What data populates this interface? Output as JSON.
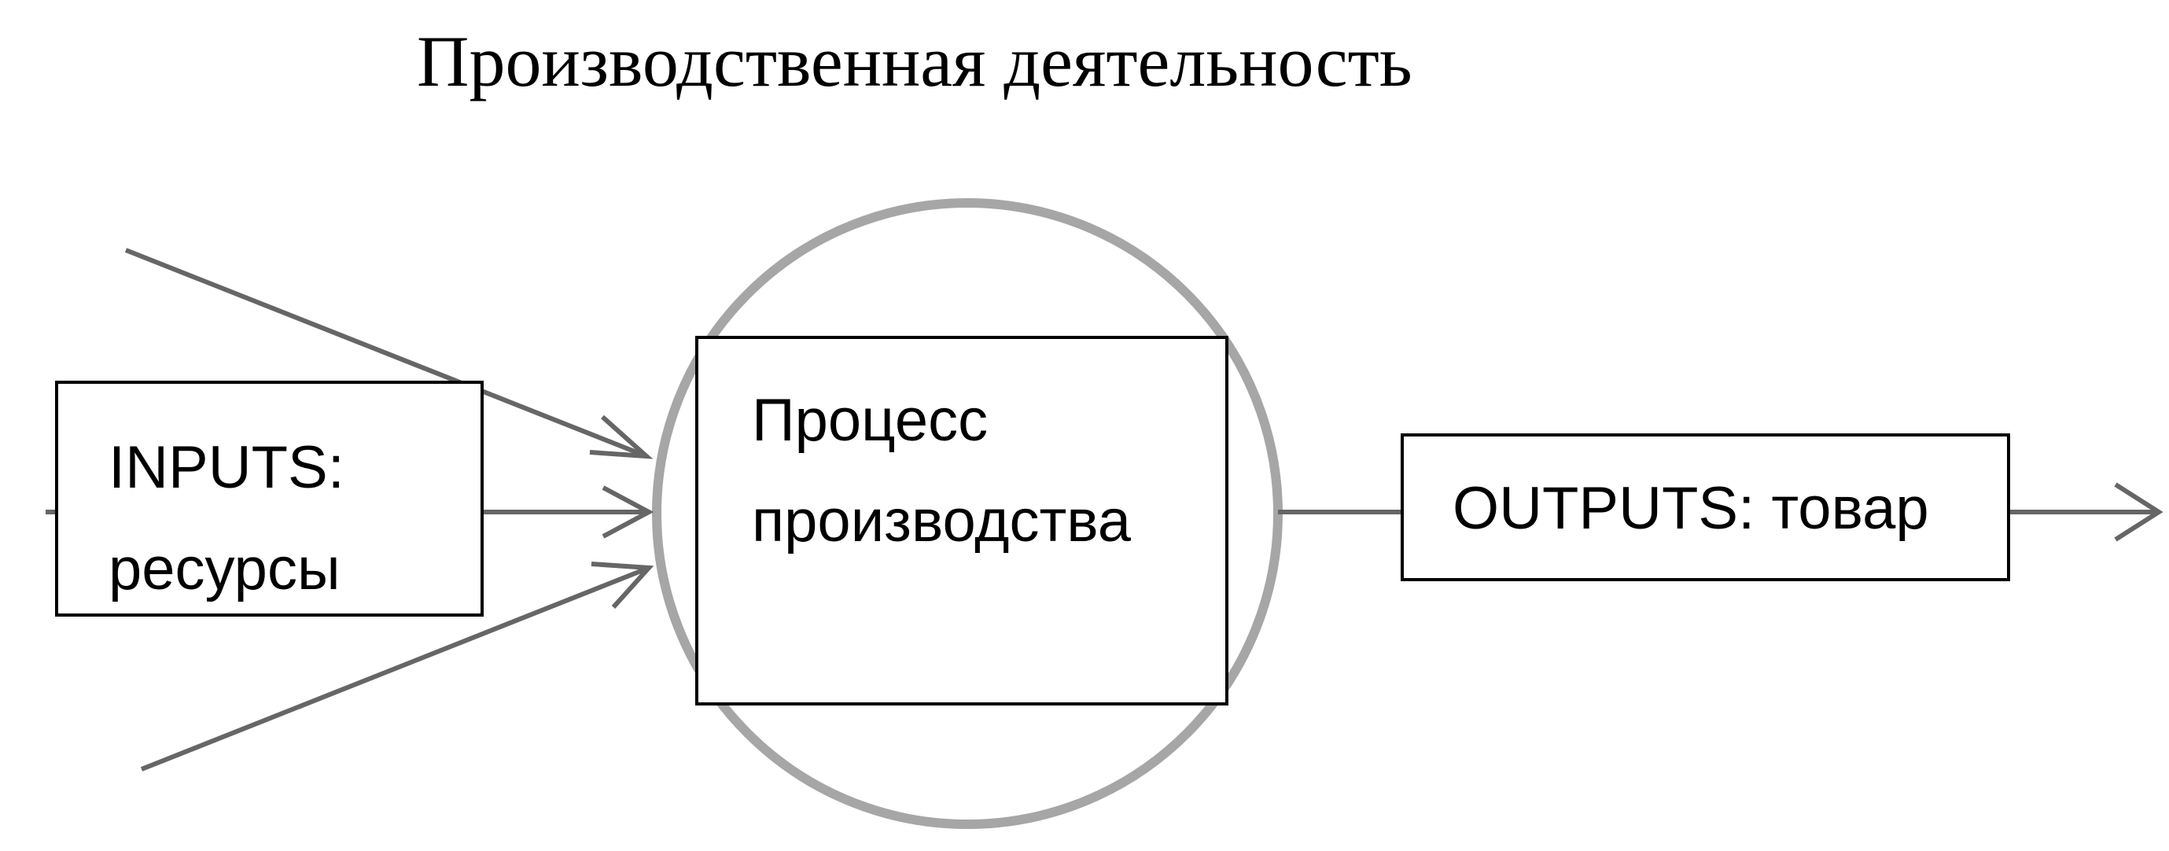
{
  "diagram": {
    "title": "Производственная деятельность",
    "inputs": {
      "line1": "INPUTS:",
      "line2": "ресурсы"
    },
    "process": {
      "line1": "Процесс",
      "line2": "производства"
    },
    "outputs": {
      "label": "OUTPUTS: товар"
    }
  },
  "colors": {
    "arrow": "#666666",
    "circle": "#a6a6a6",
    "box_border": "#000000"
  }
}
